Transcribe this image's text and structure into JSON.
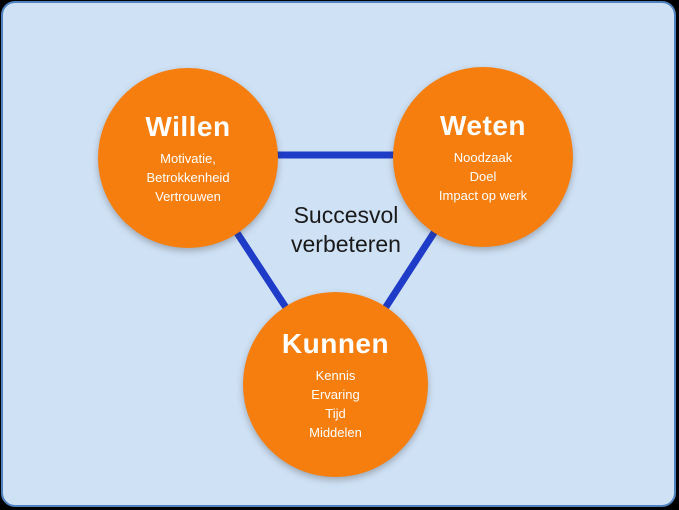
{
  "center_label": {
    "line1": "Succesvol",
    "line2": "verbeteren"
  },
  "nodes": [
    {
      "id": "willen",
      "title": "Willen",
      "items": [
        "Motivatie,",
        "Betrokkenheid",
        "Vertrouwen"
      ]
    },
    {
      "id": "weten",
      "title": "Weten",
      "items": [
        "Noodzaak",
        "Doel",
        "Impact op werk"
      ]
    },
    {
      "id": "kunnen",
      "title": "Kunnen",
      "items": [
        "Kennis",
        "Ervaring",
        "Tijd",
        "Middelen"
      ]
    }
  ],
  "colors": {
    "background": "#cfe1f5",
    "border": "#4f81bd",
    "circle_fill": "#f57e0e",
    "connector": "#1e3cc8",
    "center_text": "#1a1a1a"
  }
}
